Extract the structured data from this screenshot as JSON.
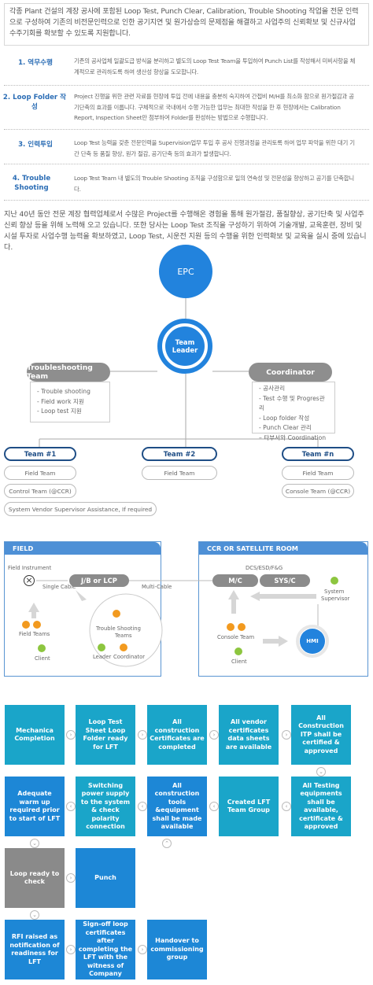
{
  "intro": "각종 Plant 건설의 계장 공사에 포함된 Loop Test, Punch Clear, Calibration, Trouble Shooting 작업을 전문 인력으로 구성하여 기존의 비전문인력으로 인한 공기지연 및 원가상승의 문제점을 해결하고 사업주의 신뢰확보 및 신규사업 수주기회를 확보할 수 있도록 지원합니다.",
  "sections": [
    {
      "label": "1. 역무수행",
      "text": "기존의 공사업체 일괄도급 방식을 분리하고 별도의 Loop Test Team을 투입하여 Punch List를 작성해서 미비사항을 체계적으로 관리하도록 하여 생산성 향상을 도모합니다."
    },
    {
      "label": "2. Loop Folder 작성",
      "text": "Project 진행을 위한 관련 자료를 현장에 투입 전에 내용을 충분히 숙지하여 간접비 M/H를 최소화 함으로 원가절감과 공기단축의 효과를 이룹니다. 구체적으로 국내에서 수행 가능한 업무는 최대한 작성을 한 후 현장에서는 Calibration Report, Inspection Sheet만 첨부하여 Folder를 완성하는 방법으로 수행합니다."
    },
    {
      "label": "3. 인력투입",
      "text": "Loop Test 능력을 갖춘 전문인력을 Supervision업무 투입 후 공사 진행과정을 관리토록 하여 업무 파악을 위한 대기 기간 단축 등 품질 향상, 원가 절감, 공기단축 등의 효과가 발생합니다."
    },
    {
      "label": "4. Trouble Shooting",
      "text": "Loop Test Team 내 별도의 Trouble Shooting 조직을 구성함으로 일의 연속성 및 전문성을 향상하고 공기를 단축합니다."
    }
  ],
  "paragraph": "지난 40년 동안 전문 계장 협력업체로서 수많은 Project를 수행해온 경험을 통해 원가절감, 품질향상, 공기단축 및 사업주 신뢰 향상 등을 위해 노력해 오고 있습니다. 또한 당사는 Loop Test 조직을 구성하기 위하여 기술개발, 교육훈련, 장비 및 시설 투자로 사업수행 능력을 확보하였고, Loop Test, 시운전 지원 등의 수행을 위한 인력확보 및 교육을 실시 중에 있습니다.",
  "org": {
    "epc": "EPC",
    "team_leader_1": "Team",
    "team_leader_2": "Leader",
    "troubleshooting": {
      "title": "Troubleshooting Team",
      "items": [
        "- Trouble shooting",
        "- Field work 지원",
        "- Loop test 지원"
      ]
    },
    "coordinator": {
      "title": "Coordinator",
      "items": [
        "- 공사관리",
        "- Test 수행 및 Progres관리",
        "- Loop folder 작성",
        "- Punch Clear 관리",
        "– 타부서와  Coordination"
      ]
    },
    "teams": [
      {
        "name": "Team #1",
        "items": [
          "Field Team",
          "Control Team (@CCR)",
          "System Vendor Supervisor Assistance, If required"
        ]
      },
      {
        "name": "Team #2",
        "items": [
          "Field Team"
        ]
      },
      {
        "name": "Team #n",
        "items": [
          "Field Team",
          "Console Team (@CCR)"
        ]
      }
    ]
  },
  "field": {
    "title": "FIELD",
    "field_instrument": "Field Instrument",
    "single_cable": "Single Cable",
    "jb_lcp": "J/B or LCP",
    "multi_cable": "Multi-Cable",
    "field_teams": "Field Teams",
    "client": "Client",
    "troubleshooting_teams_1": "Trouble Shooting",
    "troubleshooting_teams_2": "Teams",
    "leader": "Leader",
    "coordinator": "Coordinator"
  },
  "ccr": {
    "title": "CCR OR SATELLITE ROOM",
    "dcs": "DCS/ESD/F&G",
    "mc": "M/C",
    "sysc": "SYS/C",
    "system_supervisor_1": "System",
    "system_supervisor_2": "Supervisor",
    "console_team": "Console Team",
    "client": "Client",
    "hmi": "HMI"
  },
  "flow": [
    "Mechanica Completion",
    "Loop Test Sheet Loop Folder ready for LFT",
    "All construction Certificates are completed",
    "All vendor certificates data sheets are available",
    "All Construction ITP shall be certified & approved",
    "Adequate warm up required prior to start of LFT",
    "Switching power supply to the system & check polarity connection",
    "All construction tools &equipment shall be made available",
    "Created LFT Team Group",
    "All Testing equipments shall be available, certificate & approved",
    "Loop ready to check",
    "Punch",
    "RFI raised as notification of readiness for LFT",
    "Sign-off loop certificates after completing the LFT with the witness of Company",
    "Handover to commissioning group"
  ],
  "colors": {
    "teal": "#1aa5c9",
    "blue": "#1d87d6",
    "gray": "#8a8a8a",
    "navy": "#1f4e86",
    "accent": "#2283dd"
  }
}
